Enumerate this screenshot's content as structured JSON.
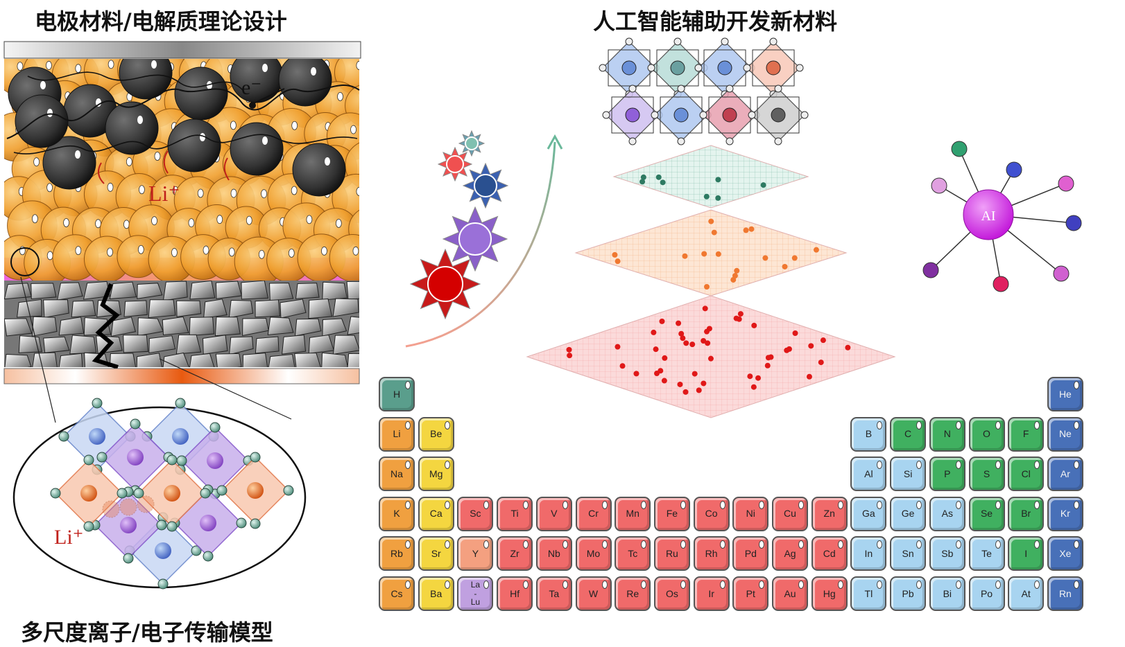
{
  "titles": {
    "left": "电极材料/电解质理论设计",
    "right": "人工智能辅助开发新材料",
    "bottom": "多尺度离子/电子传输模型"
  },
  "labels": {
    "electron": "e⁻",
    "lithium_top": "Li⁺",
    "lithium_bottom": "Li⁺",
    "ai": "AI"
  },
  "colors": {
    "cathode_particle": "#f0a030",
    "carbon_particle": "#3a3a3a",
    "electrolyte_pink": "#ee66dd",
    "li_red": "#c0201a",
    "layer_top": "#2e7a62",
    "layer_mid": "#f07830",
    "layer_bottom": "#e01818",
    "ai_node": "#d020e0"
  },
  "periodic_table": [
    {
      "symbol": "H",
      "group": "h",
      "col": 1,
      "row": 1
    },
    {
      "symbol": "He",
      "group": "nob",
      "col": 18,
      "row": 1
    },
    {
      "symbol": "Li",
      "group": "alk",
      "col": 1,
      "row": 2
    },
    {
      "symbol": "Be",
      "group": "ae",
      "col": 2,
      "row": 2
    },
    {
      "symbol": "B",
      "group": "met",
      "col": 13,
      "row": 2
    },
    {
      "symbol": "C",
      "group": "non",
      "col": 14,
      "row": 2
    },
    {
      "symbol": "N",
      "group": "non",
      "col": 15,
      "row": 2
    },
    {
      "symbol": "O",
      "group": "non",
      "col": 16,
      "row": 2
    },
    {
      "symbol": "F",
      "group": "non",
      "col": 17,
      "row": 2
    },
    {
      "symbol": "Ne",
      "group": "nob",
      "col": 18,
      "row": 2
    },
    {
      "symbol": "Na",
      "group": "alk",
      "col": 1,
      "row": 3
    },
    {
      "symbol": "Mg",
      "group": "ae",
      "col": 2,
      "row": 3
    },
    {
      "symbol": "Al",
      "group": "met",
      "col": 13,
      "row": 3
    },
    {
      "symbol": "Si",
      "group": "met",
      "col": 14,
      "row": 3
    },
    {
      "symbol": "P",
      "group": "non",
      "col": 15,
      "row": 3
    },
    {
      "symbol": "S",
      "group": "non",
      "col": 16,
      "row": 3
    },
    {
      "symbol": "Cl",
      "group": "non",
      "col": 17,
      "row": 3
    },
    {
      "symbol": "Ar",
      "group": "nob",
      "col": 18,
      "row": 3
    },
    {
      "symbol": "K",
      "group": "alk",
      "col": 1,
      "row": 4
    },
    {
      "symbol": "Ca",
      "group": "ae",
      "col": 2,
      "row": 4
    },
    {
      "symbol": "Sc",
      "group": "tm",
      "col": 3,
      "row": 4
    },
    {
      "symbol": "Ti",
      "group": "tm",
      "col": 4,
      "row": 4
    },
    {
      "symbol": "V",
      "group": "tm",
      "col": 5,
      "row": 4
    },
    {
      "symbol": "Cr",
      "group": "tm",
      "col": 6,
      "row": 4
    },
    {
      "symbol": "Mn",
      "group": "tm",
      "col": 7,
      "row": 4
    },
    {
      "symbol": "Fe",
      "group": "tm",
      "col": 8,
      "row": 4
    },
    {
      "symbol": "Co",
      "group": "tm",
      "col": 9,
      "row": 4
    },
    {
      "symbol": "Ni",
      "group": "tm",
      "col": 10,
      "row": 4
    },
    {
      "symbol": "Cu",
      "group": "tm",
      "col": 11,
      "row": 4
    },
    {
      "symbol": "Zn",
      "group": "tm",
      "col": 12,
      "row": 4
    },
    {
      "symbol": "Ga",
      "group": "met",
      "col": 13,
      "row": 4
    },
    {
      "symbol": "Ge",
      "group": "met",
      "col": 14,
      "row": 4
    },
    {
      "symbol": "As",
      "group": "met",
      "col": 15,
      "row": 4
    },
    {
      "symbol": "Se",
      "group": "non",
      "col": 16,
      "row": 4
    },
    {
      "symbol": "Br",
      "group": "non",
      "col": 17,
      "row": 4
    },
    {
      "symbol": "Kr",
      "group": "nob",
      "col": 18,
      "row": 4
    },
    {
      "symbol": "Rb",
      "group": "alk",
      "col": 1,
      "row": 5
    },
    {
      "symbol": "Sr",
      "group": "ae",
      "col": 2,
      "row": 5
    },
    {
      "symbol": "Y",
      "group": "y",
      "col": 3,
      "row": 5
    },
    {
      "symbol": "Zr",
      "group": "tm",
      "col": 4,
      "row": 5
    },
    {
      "symbol": "Nb",
      "group": "tm",
      "col": 5,
      "row": 5
    },
    {
      "symbol": "Mo",
      "group": "tm",
      "col": 6,
      "row": 5
    },
    {
      "symbol": "Tc",
      "group": "tm",
      "col": 7,
      "row": 5
    },
    {
      "symbol": "Ru",
      "group": "tm",
      "col": 8,
      "row": 5
    },
    {
      "symbol": "Rh",
      "group": "tm",
      "col": 9,
      "row": 5
    },
    {
      "symbol": "Pd",
      "group": "tm",
      "col": 10,
      "row": 5
    },
    {
      "symbol": "Ag",
      "group": "tm",
      "col": 11,
      "row": 5
    },
    {
      "symbol": "Cd",
      "group": "tm",
      "col": 12,
      "row": 5
    },
    {
      "symbol": "In",
      "group": "met",
      "col": 13,
      "row": 5
    },
    {
      "symbol": "Sn",
      "group": "met",
      "col": 14,
      "row": 5
    },
    {
      "symbol": "Sb",
      "group": "met",
      "col": 15,
      "row": 5
    },
    {
      "symbol": "Te",
      "group": "met",
      "col": 16,
      "row": 5
    },
    {
      "symbol": "I",
      "group": "non",
      "col": 17,
      "row": 5
    },
    {
      "symbol": "Xe",
      "group": "nob",
      "col": 18,
      "row": 5
    },
    {
      "symbol": "Cs",
      "group": "alk",
      "col": 1,
      "row": 6
    },
    {
      "symbol": "Ba",
      "group": "ae",
      "col": 2,
      "row": 6
    },
    {
      "symbol": "La\n-\nLu",
      "group": "la",
      "col": 3,
      "row": 6
    },
    {
      "symbol": "Hf",
      "group": "tm",
      "col": 4,
      "row": 6
    },
    {
      "symbol": "Ta",
      "group": "tm",
      "col": 5,
      "row": 6
    },
    {
      "symbol": "W",
      "group": "tm",
      "col": 6,
      "row": 6
    },
    {
      "symbol": "Re",
      "group": "tm",
      "col": 7,
      "row": 6
    },
    {
      "symbol": "Os",
      "group": "tm",
      "col": 8,
      "row": 6
    },
    {
      "symbol": "Ir",
      "group": "tm",
      "col": 9,
      "row": 6
    },
    {
      "symbol": "Pt",
      "group": "tm",
      "col": 10,
      "row": 6
    },
    {
      "symbol": "Au",
      "group": "tm",
      "col": 11,
      "row": 6
    },
    {
      "symbol": "Hg",
      "group": "tm",
      "col": 12,
      "row": 6
    },
    {
      "symbol": "Tl",
      "group": "met",
      "col": 13,
      "row": 6
    },
    {
      "symbol": "Pb",
      "group": "met",
      "col": 14,
      "row": 6
    },
    {
      "symbol": "Bi",
      "group": "met",
      "col": 15,
      "row": 6
    },
    {
      "symbol": "Po",
      "group": "met",
      "col": 16,
      "row": 6
    },
    {
      "symbol": "At",
      "group": "met",
      "col": 17,
      "row": 6
    },
    {
      "symbol": "Rn",
      "group": "nob",
      "col": 18,
      "row": 6
    }
  ]
}
